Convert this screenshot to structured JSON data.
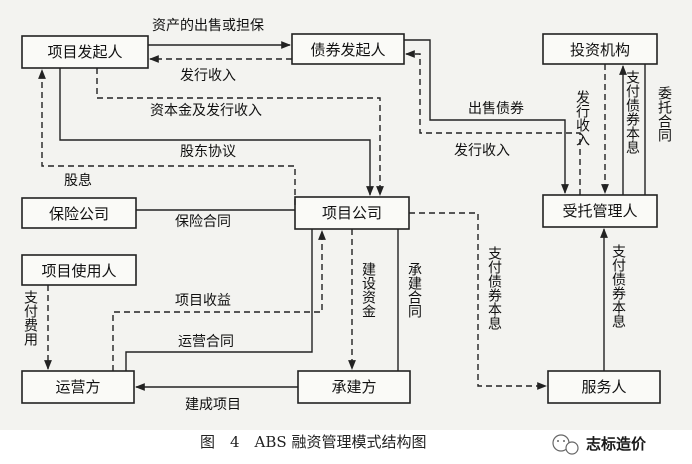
{
  "nodes": {
    "project_sponsor": "项目发起人",
    "bond_issuer": "债券发起人",
    "investor": "投资机构",
    "insurance": "保险公司",
    "project_company": "项目公司",
    "trustee": "受托管理人",
    "project_user": "项目使用人",
    "operator": "运营方",
    "contractor": "承建方",
    "servicer": "服务人"
  },
  "edge_labels": {
    "asset_sale": "资产的出售或担保",
    "issuance_income_1": "发行收入",
    "capital_and_income": "资本金及发行收入",
    "shareholder_agreement": "股东协议",
    "bond_sale": "出售债券",
    "issuance_income_2": "发行收入",
    "interest": "股息",
    "insurance_contract": "保险合同",
    "issuance_income_v": "发行收入",
    "pay_principal_interest_1": "支付债券本息",
    "entrust_contract": "委托合同",
    "construction_funds": "建设资金",
    "construction_contract": "承建合同",
    "pay_principal_interest_2": "支付债券本息",
    "pay_principal_interest_3": "支付债券本息",
    "pay_fee": "支付费用",
    "project_revenue": "项目收益",
    "operation_contract": "运营合同",
    "completed_project": "建成项目"
  },
  "caption": "图　4　ABS 融资管理模式结构图",
  "watermark": "志标造价"
}
